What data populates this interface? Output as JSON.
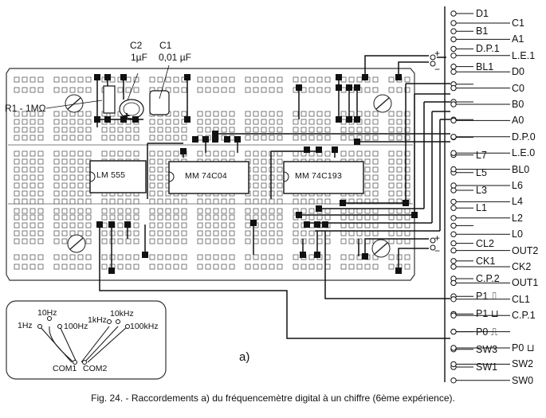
{
  "components": {
    "c2_name": "C2",
    "c2_value": "1µF",
    "c1_name": "C1",
    "c1_value": "0,01 µF",
    "r1": "R1 - 1MΩ",
    "plus_mark": "+"
  },
  "chips": [
    {
      "label": "LM 555"
    },
    {
      "label": "MM 74C04"
    },
    {
      "label": "MM 74C193"
    }
  ],
  "power": {
    "plus": "+",
    "minus": "−"
  },
  "connector": {
    "left_col": [
      "D1",
      "B1",
      "D.P.1",
      "BL1",
      "",
      "",
      "",
      "",
      "L7",
      "L5",
      "L3",
      "L1",
      "",
      "CL2",
      "CK1",
      "C.P.2",
      "P1 ⎍",
      "P1 ⊔",
      "P0 ⎍",
      "SW3",
      "SW1"
    ],
    "right_col": [
      "C1",
      "A1",
      "L.E.1",
      "D0",
      "C0",
      "B0",
      "A0",
      "D.P.0",
      "L.E.0",
      "BL0",
      "L6",
      "L4",
      "L2",
      "L0",
      "OUT2",
      "CK2",
      "OUT1",
      "CL1",
      "C.P.1",
      "",
      "P0 ⊔",
      "SW2",
      "SW0"
    ]
  },
  "selector": {
    "freqs": [
      "1Hz",
      "10Hz",
      "100Hz",
      "1kHz",
      "10kHz",
      "100kHz"
    ],
    "commons": [
      "COM1",
      "COM2"
    ]
  },
  "part_label": "a)",
  "caption": "Fig. 24. - Raccordements a) du fréquencemètre digital à un chiffre (6ème expérience)."
}
